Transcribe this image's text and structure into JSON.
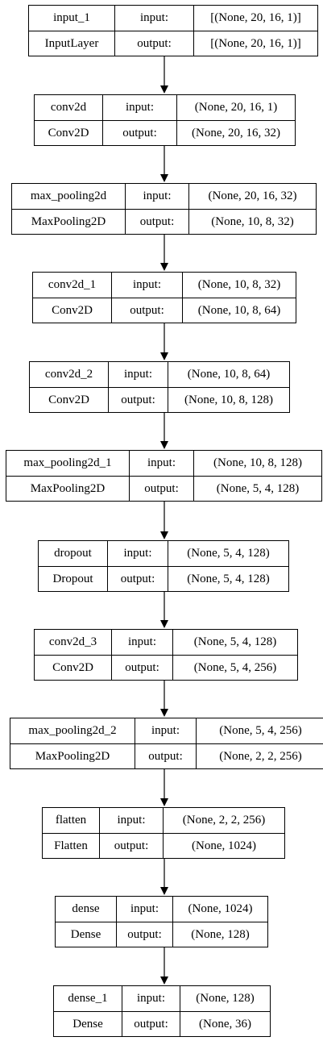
{
  "title": "",
  "layers": [
    {
      "name": "input_1",
      "type": "InputLayer",
      "input_label": "input:",
      "output_label": "output:",
      "input_shape": "[(None, 20, 16, 1)]",
      "output_shape": "[(None, 20, 16, 1)]"
    },
    {
      "name": "conv2d",
      "type": "Conv2D",
      "input_label": "input:",
      "output_label": "output:",
      "input_shape": "(None, 20, 16, 1)",
      "output_shape": "(None, 20, 16, 32)"
    },
    {
      "name": "max_pooling2d",
      "type": "MaxPooling2D",
      "input_label": "input:",
      "output_label": "output:",
      "input_shape": "(None, 20, 16, 32)",
      "output_shape": "(None, 10, 8, 32)"
    },
    {
      "name": "conv2d_1",
      "type": "Conv2D",
      "input_label": "input:",
      "output_label": "output:",
      "input_shape": "(None, 10, 8, 32)",
      "output_shape": "(None, 10, 8, 64)"
    },
    {
      "name": "conv2d_2",
      "type": "Conv2D",
      "input_label": "input:",
      "output_label": "output:",
      "input_shape": "(None, 10, 8, 64)",
      "output_shape": "(None, 10, 8, 128)"
    },
    {
      "name": "max_pooling2d_1",
      "type": "MaxPooling2D",
      "input_label": "input:",
      "output_label": "output:",
      "input_shape": "(None, 10, 8, 128)",
      "output_shape": "(None, 5, 4, 128)"
    },
    {
      "name": "dropout",
      "type": "Dropout",
      "input_label": "input:",
      "output_label": "output:",
      "input_shape": "(None, 5, 4, 128)",
      "output_shape": "(None, 5, 4, 128)"
    },
    {
      "name": "conv2d_3",
      "type": "Conv2D",
      "input_label": "input:",
      "output_label": "output:",
      "input_shape": "(None, 5, 4, 128)",
      "output_shape": "(None, 5, 4, 256)"
    },
    {
      "name": "max_pooling2d_2",
      "type": "MaxPooling2D",
      "input_label": "input:",
      "output_label": "output:",
      "input_shape": "(None, 5, 4, 256)",
      "output_shape": "(None, 2, 2, 256)"
    },
    {
      "name": "flatten",
      "type": "Flatten",
      "input_label": "input:",
      "output_label": "output:",
      "input_shape": "(None, 2, 2, 256)",
      "output_shape": "(None, 1024)"
    },
    {
      "name": "dense",
      "type": "Dense",
      "input_label": "input:",
      "output_label": "output:",
      "input_shape": "(None, 1024)",
      "output_shape": "(None, 128)"
    },
    {
      "name": "dense_1",
      "type": "Dense",
      "input_label": "input:",
      "output_label": "output:",
      "input_shape": "(None, 128)",
      "output_shape": "(None, 36)"
    }
  ],
  "colors": {
    "border": "#000000",
    "background": "#ffffff",
    "text": "#000000"
  }
}
